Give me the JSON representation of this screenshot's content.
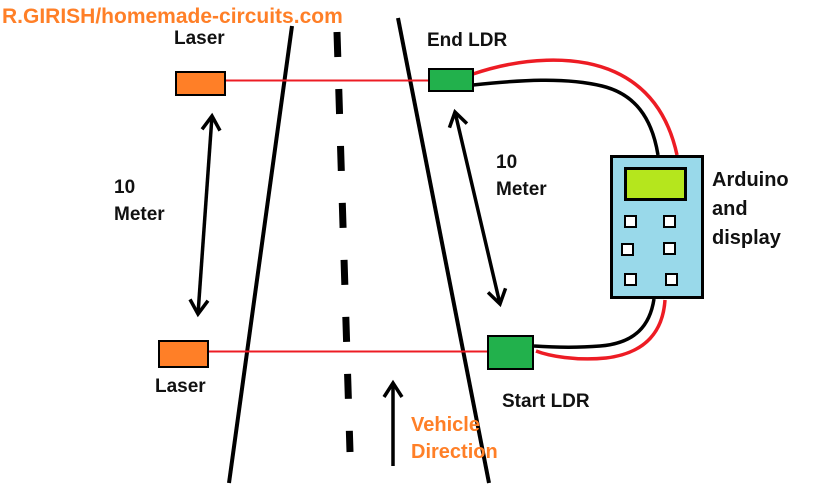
{
  "watermark": {
    "text": "R.GIRISH/homemade-circuits.com"
  },
  "labels": {
    "laser_top": "Laser",
    "laser_bottom": "Laser",
    "end_ldr": "End LDR",
    "start_ldr": "Start LDR",
    "distance_left": {
      "value": "10",
      "unit": "Meter"
    },
    "distance_right": {
      "value": "10",
      "unit": "Meter"
    },
    "arduino": {
      "line1": "Arduino",
      "line2": "and",
      "line3": "display"
    },
    "vehicle_direction": {
      "line1": "Vehicle",
      "line2": "Direction"
    }
  },
  "colors": {
    "watermark_text": "#FF7F27",
    "laser_box_fill": "#FF7F27",
    "ldr_box_fill": "#22B14C",
    "arduino_body_fill": "#99D9EA",
    "arduino_screen_fill": "#B5E61D",
    "laser_beam": "#ED1C24",
    "wire_red": "#ED1C24",
    "wire_black": "#000000",
    "road_lines": "#000000",
    "vehicle_direction_text": "#FF7F27"
  }
}
